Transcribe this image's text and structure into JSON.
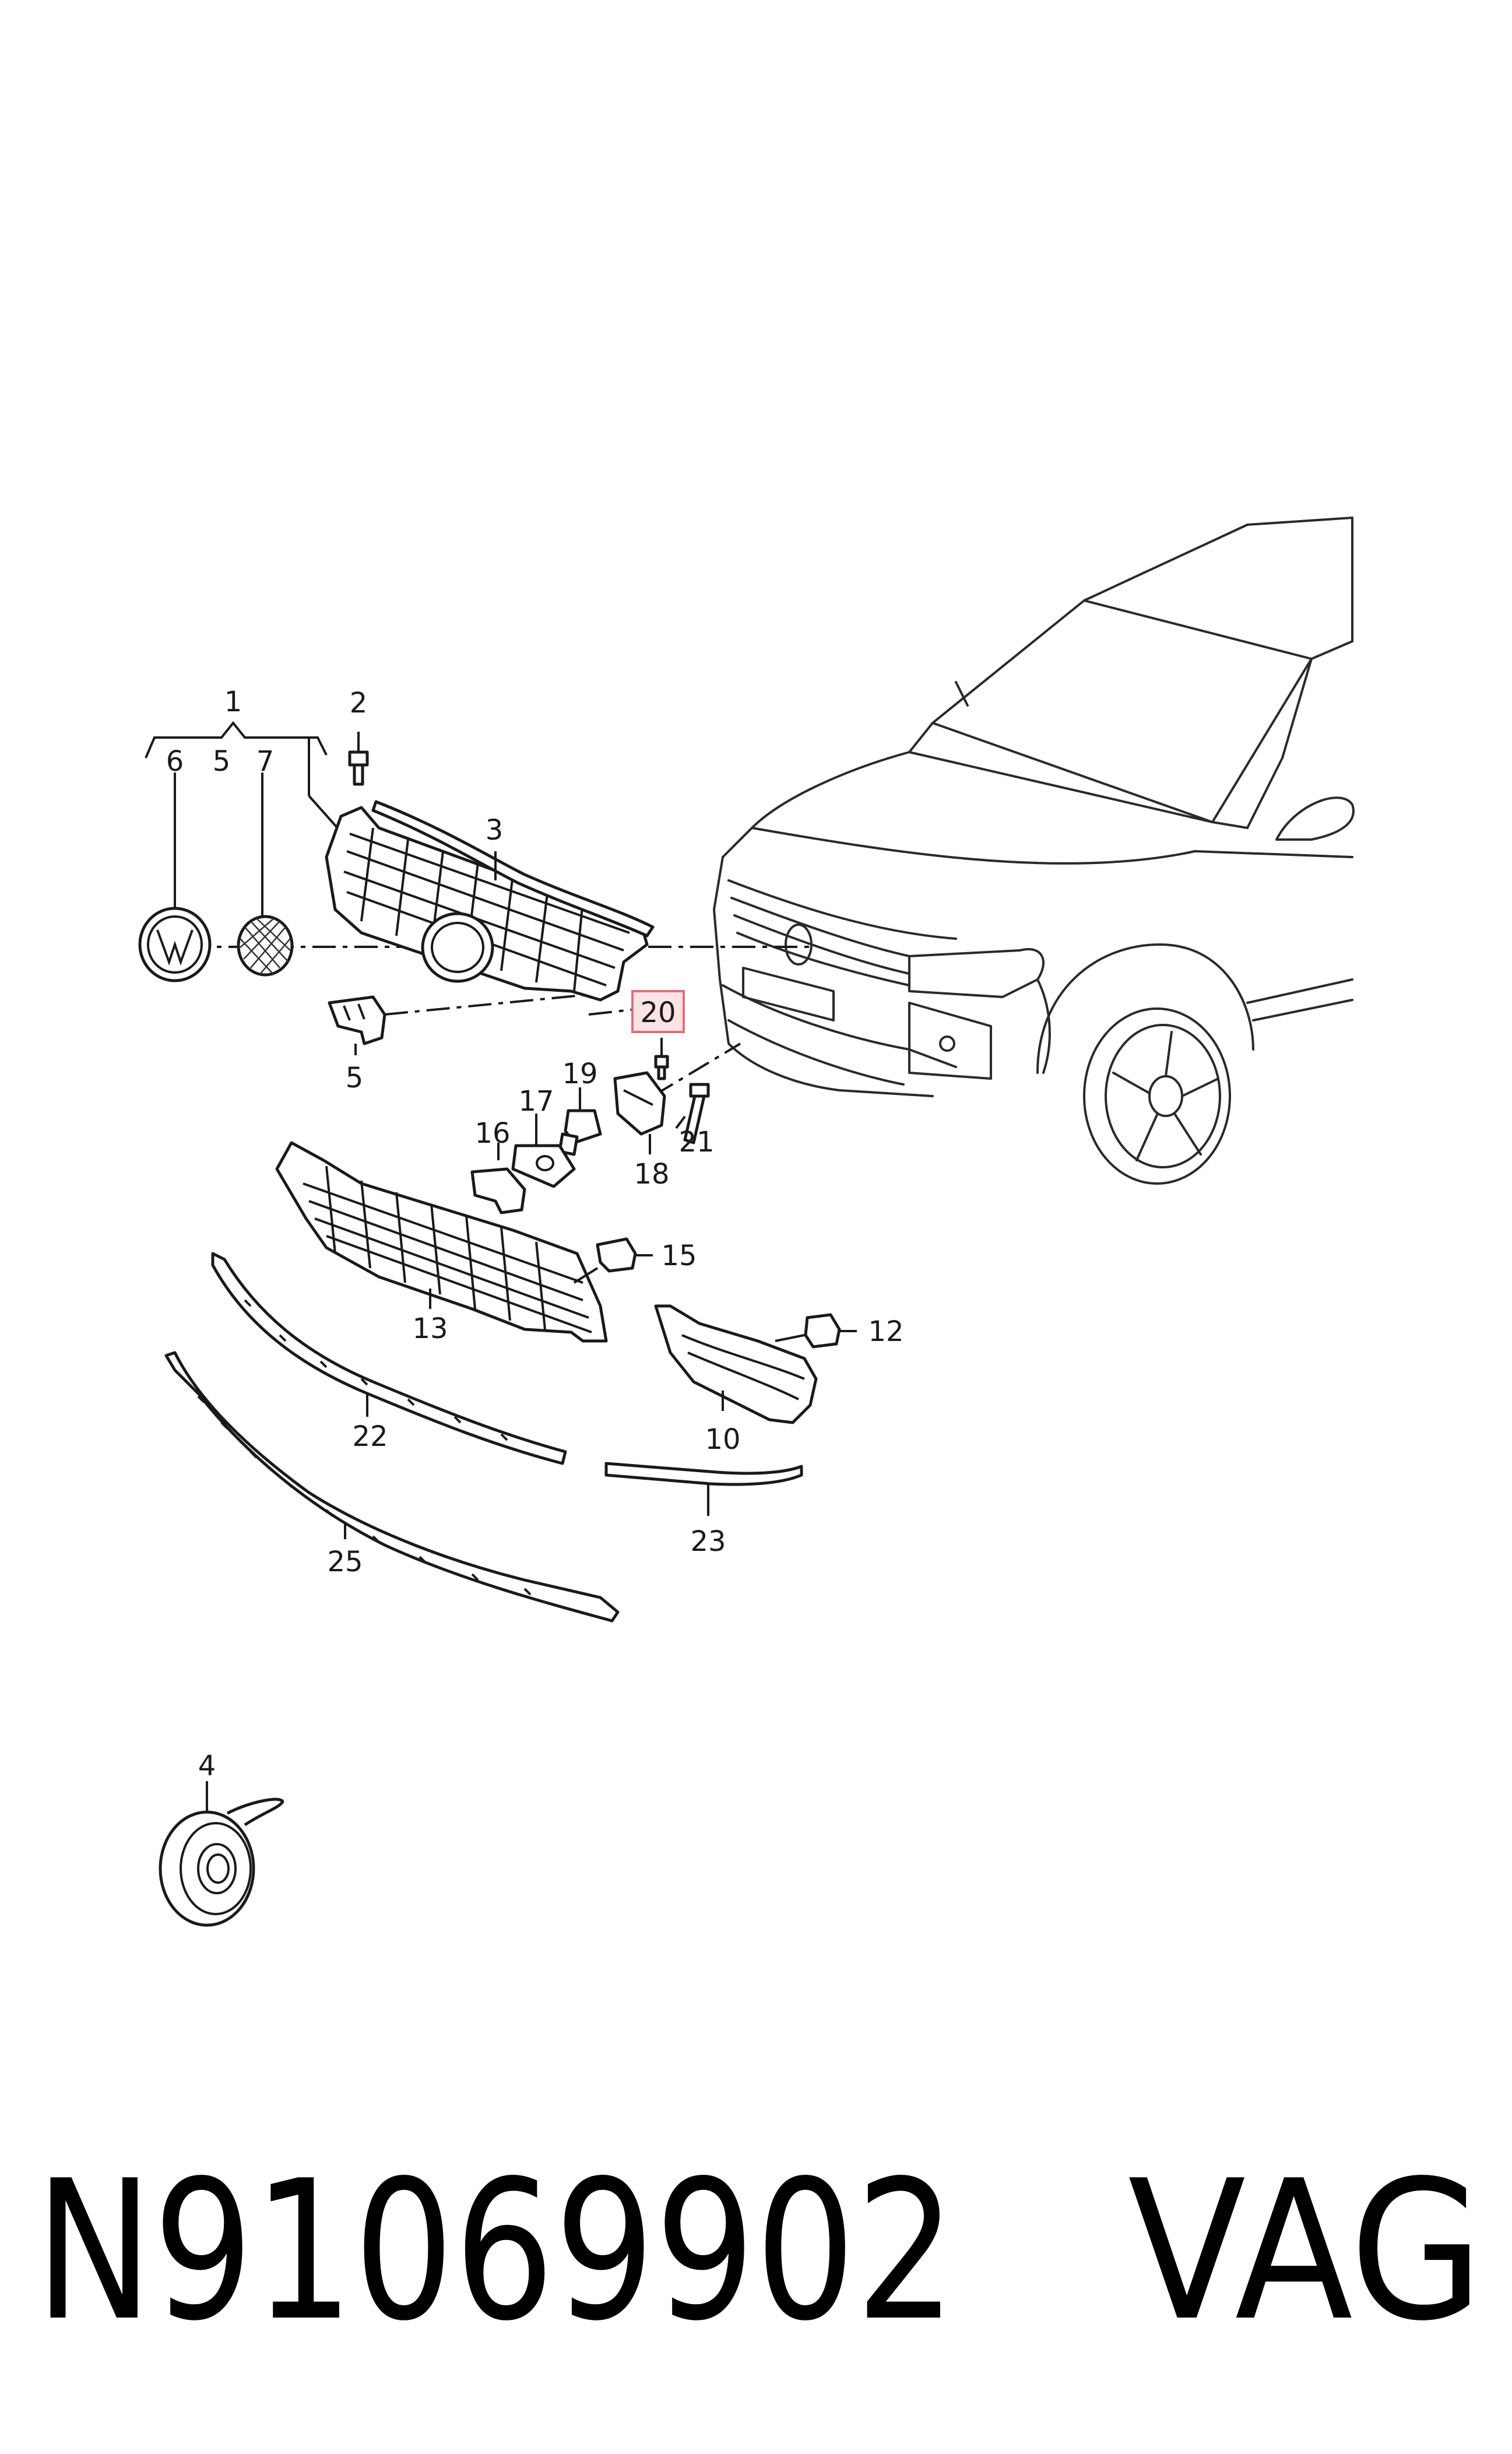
{
  "callouts": [
    {
      "id": "c1",
      "text": "1"
    },
    {
      "id": "c2",
      "text": "2"
    },
    {
      "id": "c3",
      "text": "3"
    },
    {
      "id": "c4",
      "text": "4"
    },
    {
      "id": "c5a",
      "text": "5"
    },
    {
      "id": "c5b",
      "text": "5"
    },
    {
      "id": "c6",
      "text": "6"
    },
    {
      "id": "c7",
      "text": "7"
    },
    {
      "id": "c10",
      "text": "10"
    },
    {
      "id": "c12",
      "text": "12"
    },
    {
      "id": "c13",
      "text": "13"
    },
    {
      "id": "c15",
      "text": "15"
    },
    {
      "id": "c16",
      "text": "16"
    },
    {
      "id": "c17",
      "text": "17"
    },
    {
      "id": "c18",
      "text": "18"
    },
    {
      "id": "c19",
      "text": "19"
    },
    {
      "id": "c20",
      "text": "20",
      "highlighted": true
    },
    {
      "id": "c21",
      "text": "21"
    },
    {
      "id": "c22",
      "text": "22"
    },
    {
      "id": "c23",
      "text": "23"
    },
    {
      "id": "c25",
      "text": "25"
    }
  ],
  "caption": {
    "part_number": "N91069902",
    "brand": "VAG"
  },
  "colors": {
    "line": "#1a1a1a",
    "highlight_fill": "#fbe3e5",
    "highlight_stroke": "#e0707a",
    "caption": "#000000"
  }
}
